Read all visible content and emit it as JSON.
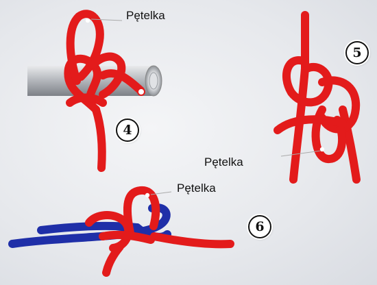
{
  "labels": {
    "loop_step4": "Pętelka",
    "loop_step5": "Pętelka",
    "loop_step6": "Pętelka"
  },
  "steps": {
    "step4": "4",
    "step5": "5",
    "step6": "6"
  },
  "colors": {
    "rope_red": "#e31b1b",
    "rope_blue": "#1f2fa8",
    "pipe": "#b9bcc1",
    "background": "#e8eaee"
  }
}
